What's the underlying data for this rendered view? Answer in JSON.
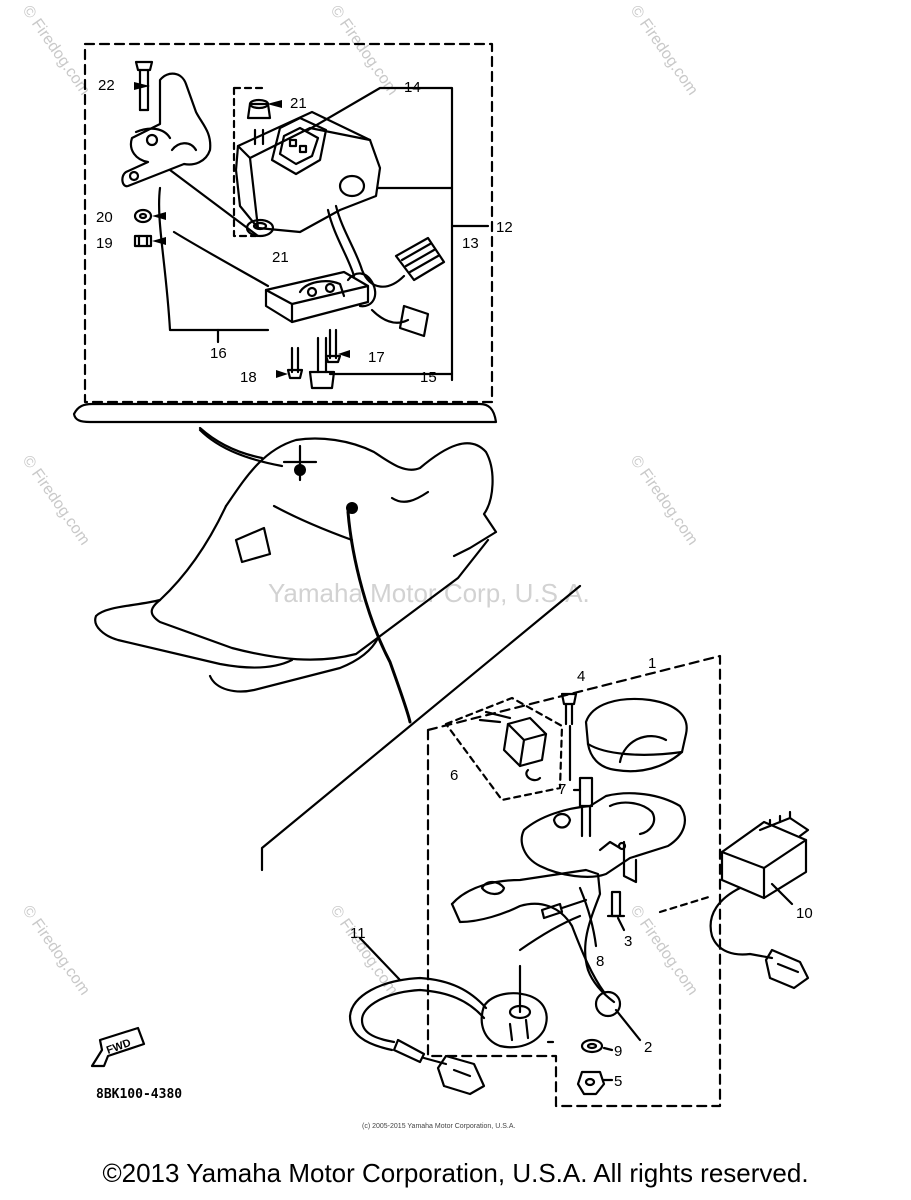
{
  "callouts": {
    "c1": "1",
    "c2": "2",
    "c3": "3",
    "c4": "4",
    "c5": "5",
    "c6": "6",
    "c7": "7",
    "c8": "8",
    "c9": "9",
    "c10": "10",
    "c11": "11",
    "c12": "12",
    "c13": "13",
    "c14": "14",
    "c15": "15",
    "c16": "16",
    "c17": "17",
    "c18": "18",
    "c19": "19",
    "c20": "20",
    "c21a": "21",
    "c21b": "21",
    "c22": "22"
  },
  "part_code": "8BK100-4380",
  "fwd_label": "FWD",
  "watermark": {
    "site": "© Firedog.com",
    "center": "Yamaha Motor Corp, U.S.A."
  },
  "fine_print": "(c) 2005-2015 Yamaha Motor Corporation, U.S.A.",
  "copyright": "©2013 Yamaha Motor Corporation, U.S.A. All rights reserved.",
  "colors": {
    "ink": "#000000",
    "watermark": "#c9c9c9",
    "background": "#ffffff"
  }
}
